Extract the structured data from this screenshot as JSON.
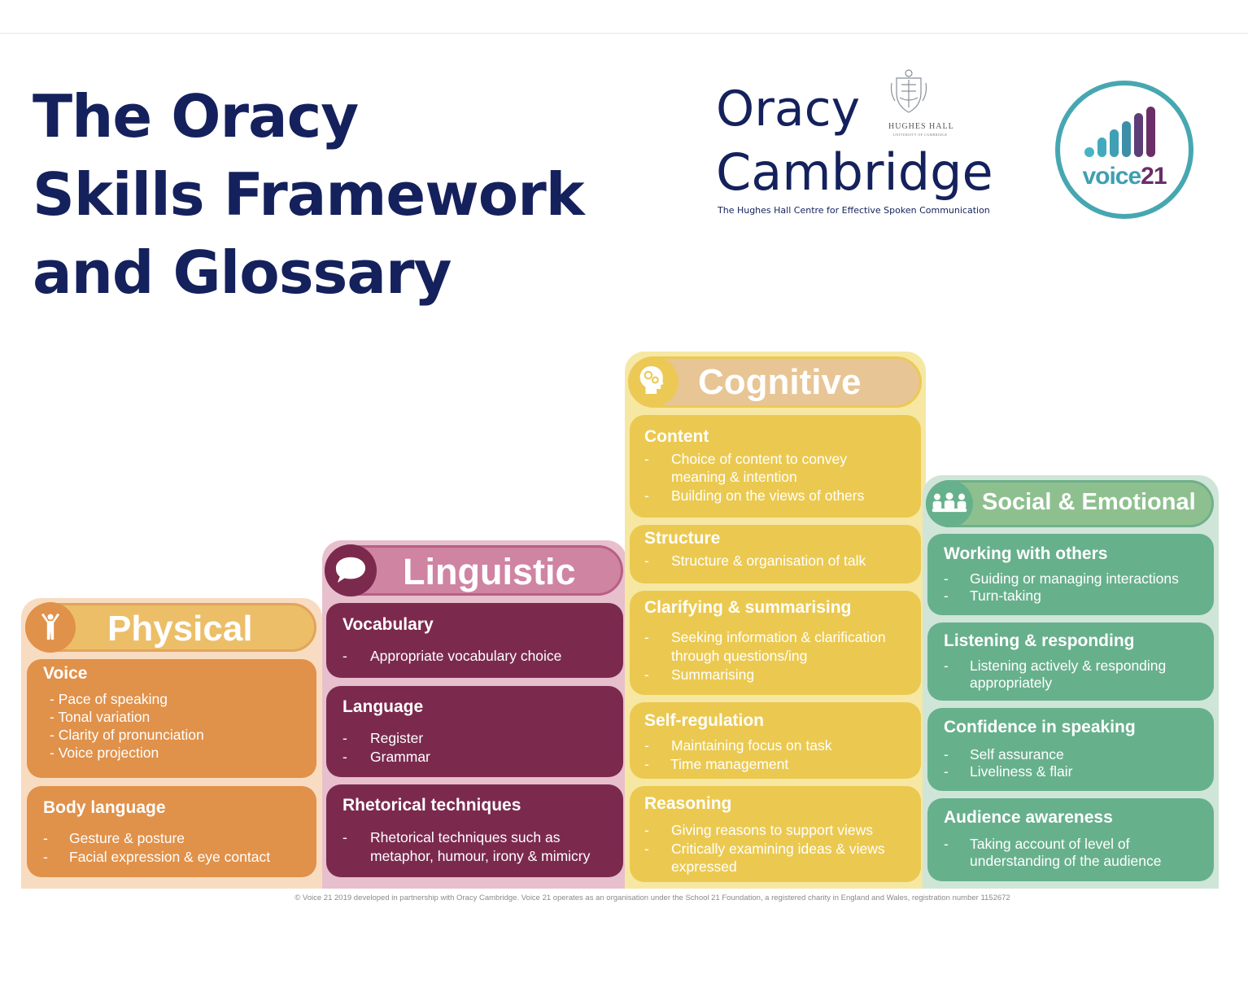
{
  "title": {
    "line1": "The Oracy",
    "line2": "Skills Framework",
    "line3": "and Glossary"
  },
  "oracy_cambridge": {
    "word1": "Oracy",
    "word2": "Cambridge",
    "subtitle": "The Hughes Hall Centre for Effective Spoken Communication",
    "crest_caption": "HUGHES HALL",
    "crest_subcaption": "UNIVERSITY OF CAMBRIDGE"
  },
  "voice21": {
    "prefix": "voice",
    "number": "21"
  },
  "icons": {
    "physical": "standing-person-icon",
    "linguistic": "speech-bubble-icon",
    "cognitive": "head-with-gears-icon",
    "social": "group-of-people-icon"
  },
  "colors": {
    "title": "#14215c",
    "physical_card": "#e0914a",
    "physical_head": "#ecbe68",
    "linguistic_card": "#7b2a4e",
    "linguistic_head": "#cf84a1",
    "cognitive_card": "#ebc950",
    "cognitive_head": "#e8c595",
    "social_card": "#67b08c",
    "social_head": "#8ec08f"
  },
  "physical": {
    "heading": "Physical",
    "cards": [
      {
        "title": "Voice",
        "items": [
          "- Pace of speaking",
          "- Tonal variation",
          "- Clarity of pronunciation",
          "- Voice projection"
        ]
      },
      {
        "title": "Body language",
        "items": [
          "Gesture & posture",
          "Facial expression & eye contact"
        ]
      }
    ]
  },
  "linguistic": {
    "heading": "Linguistic",
    "cards": [
      {
        "title": "Vocabulary",
        "items": [
          "Appropriate vocabulary choice"
        ]
      },
      {
        "title": "Language",
        "items": [
          "Register",
          "Grammar"
        ]
      },
      {
        "title": "Rhetorical techniques",
        "items": [
          "Rhetorical techniques such as",
          "metaphor, humour, irony & mimicry"
        ]
      }
    ]
  },
  "cognitive": {
    "heading": "Cognitive",
    "cards": [
      {
        "title": "Content",
        "items": [
          "Choice of content to convey",
          "meaning & intention",
          "Building on the views of others"
        ]
      },
      {
        "title": "Structure",
        "items": [
          "Structure & organisation of talk"
        ]
      },
      {
        "title": "Clarifying & summarising",
        "items": [
          "Seeking information & clarification",
          "through questions/ing",
          "Summarising"
        ]
      },
      {
        "title": "Self-regulation",
        "items": [
          "Maintaining focus on task",
          "Time management"
        ]
      },
      {
        "title": "Reasoning",
        "items": [
          "Giving reasons to support views",
          "Critically examining ideas & views",
          "expressed"
        ]
      }
    ]
  },
  "social": {
    "heading": "Social & Emotional",
    "cards": [
      {
        "title": "Working with others",
        "items": [
          "Guiding or managing interactions",
          "Turn-taking"
        ]
      },
      {
        "title": "Listening & responding",
        "items": [
          "Listening actively & responding",
          "appropriately"
        ]
      },
      {
        "title": "Confidence in speaking",
        "items": [
          "Self assurance",
          "Liveliness & flair"
        ]
      },
      {
        "title": "Audience awareness",
        "items": [
          "Taking account of level of",
          "understanding of the audience"
        ]
      }
    ]
  },
  "footer": "© Voice 21 2019 developed in partnership with Oracy Cambridge. Voice 21 operates as an organisation under the School 21 Foundation, a registered charity in England and Wales, registration number 1152672"
}
